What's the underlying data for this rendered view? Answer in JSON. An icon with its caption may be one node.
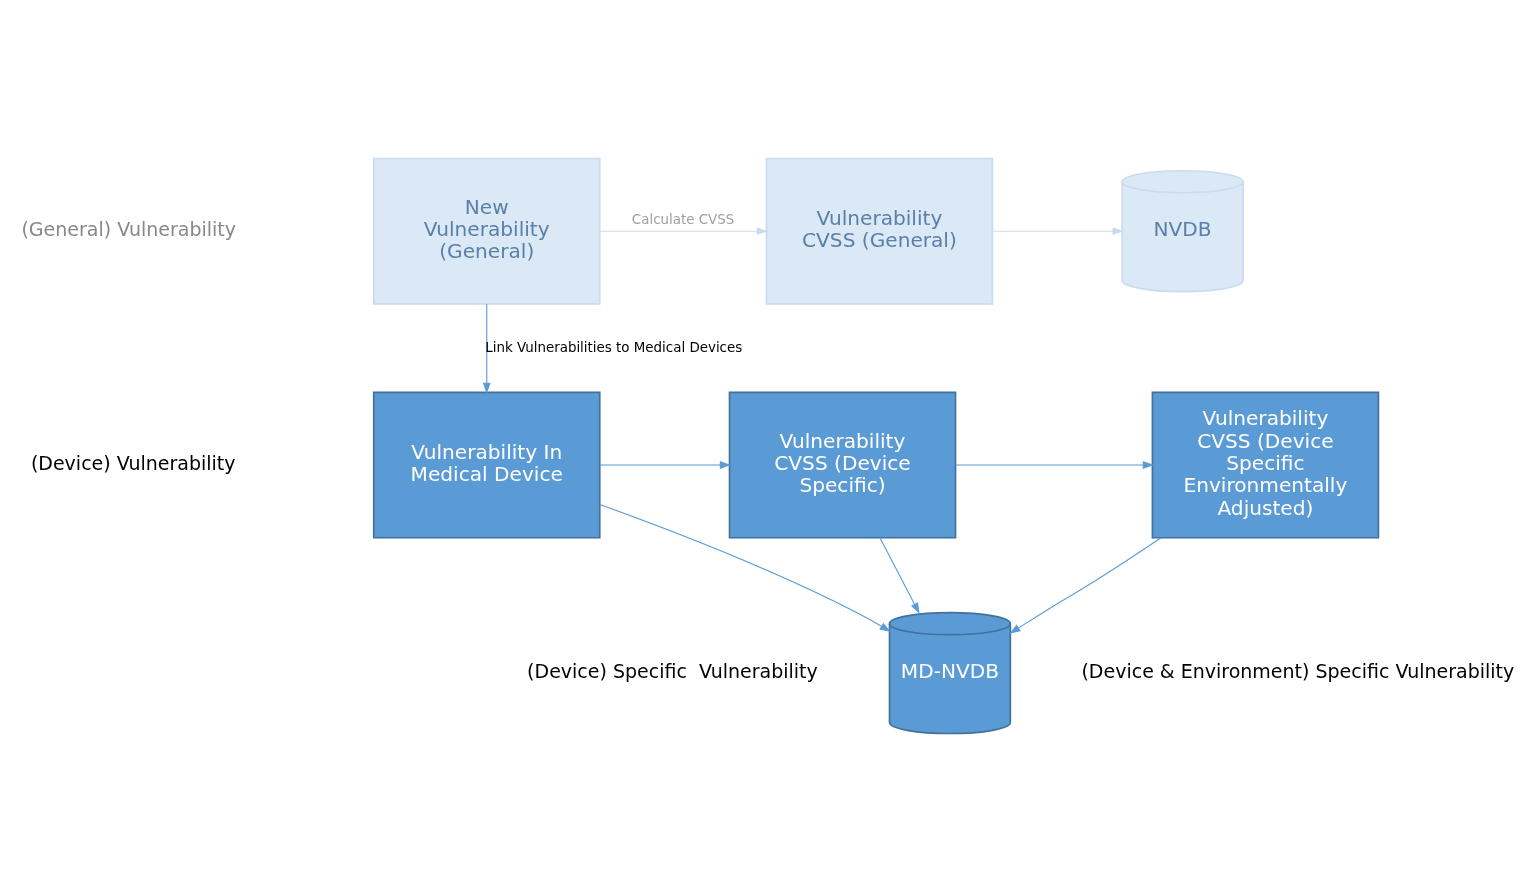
{
  "diagram": {
    "nodes": [
      {
        "text": [
          "New Vulnerability (General)"
        ]
      },
      {
        "text": [
          "Vulnerability CVSS (General)"
        ]
      },
      {
        "text": [
          "NVDB"
        ]
      },
      {
        "text": [
          "MD-NVDB"
        ]
      },
      {
        "text": [
          "Vulnerability In Medical Device"
        ]
      },
      {
        "text": [
          "Vulnerability CVSS (Device Specific)"
        ]
      },
      {
        "text": [
          "Vulnerability CVSS (Device Specific Environmentally Adjusted)"
        ]
      }
    ],
    "edges": [
      {
        "from": 0,
        "to": 1,
        "arrow": "to",
        "label": "Calculate CVSS",
        "color": "#c9dbee"
      },
      {
        "from": 1,
        "to": 2,
        "arrow": "to",
        "color": "#c9dbee"
      },
      {
        "from": 0,
        "to": 4,
        "arrow": "to",
        "label": "Link Vulnerabilities to Medical Devices"
      },
      {
        "from": 4,
        "to": 5,
        "arrow": "to"
      },
      {
        "from": 4,
        "to": 3,
        "arrow": "to"
      },
      {
        "from": 5,
        "to": 6,
        "arrow": "to"
      },
      {
        "from": 5,
        "to": 3,
        "arrow": "to"
      },
      {
        "from": 6,
        "to": 3,
        "arrow": "to"
      }
    ],
    "labels": [
      "(General) Vulnerability",
      "(Device) Vulnerability",
      "(Device) Specific  Vulnerability",
      "(Device & Environment) Specific Vulnerability"
    ]
  }
}
